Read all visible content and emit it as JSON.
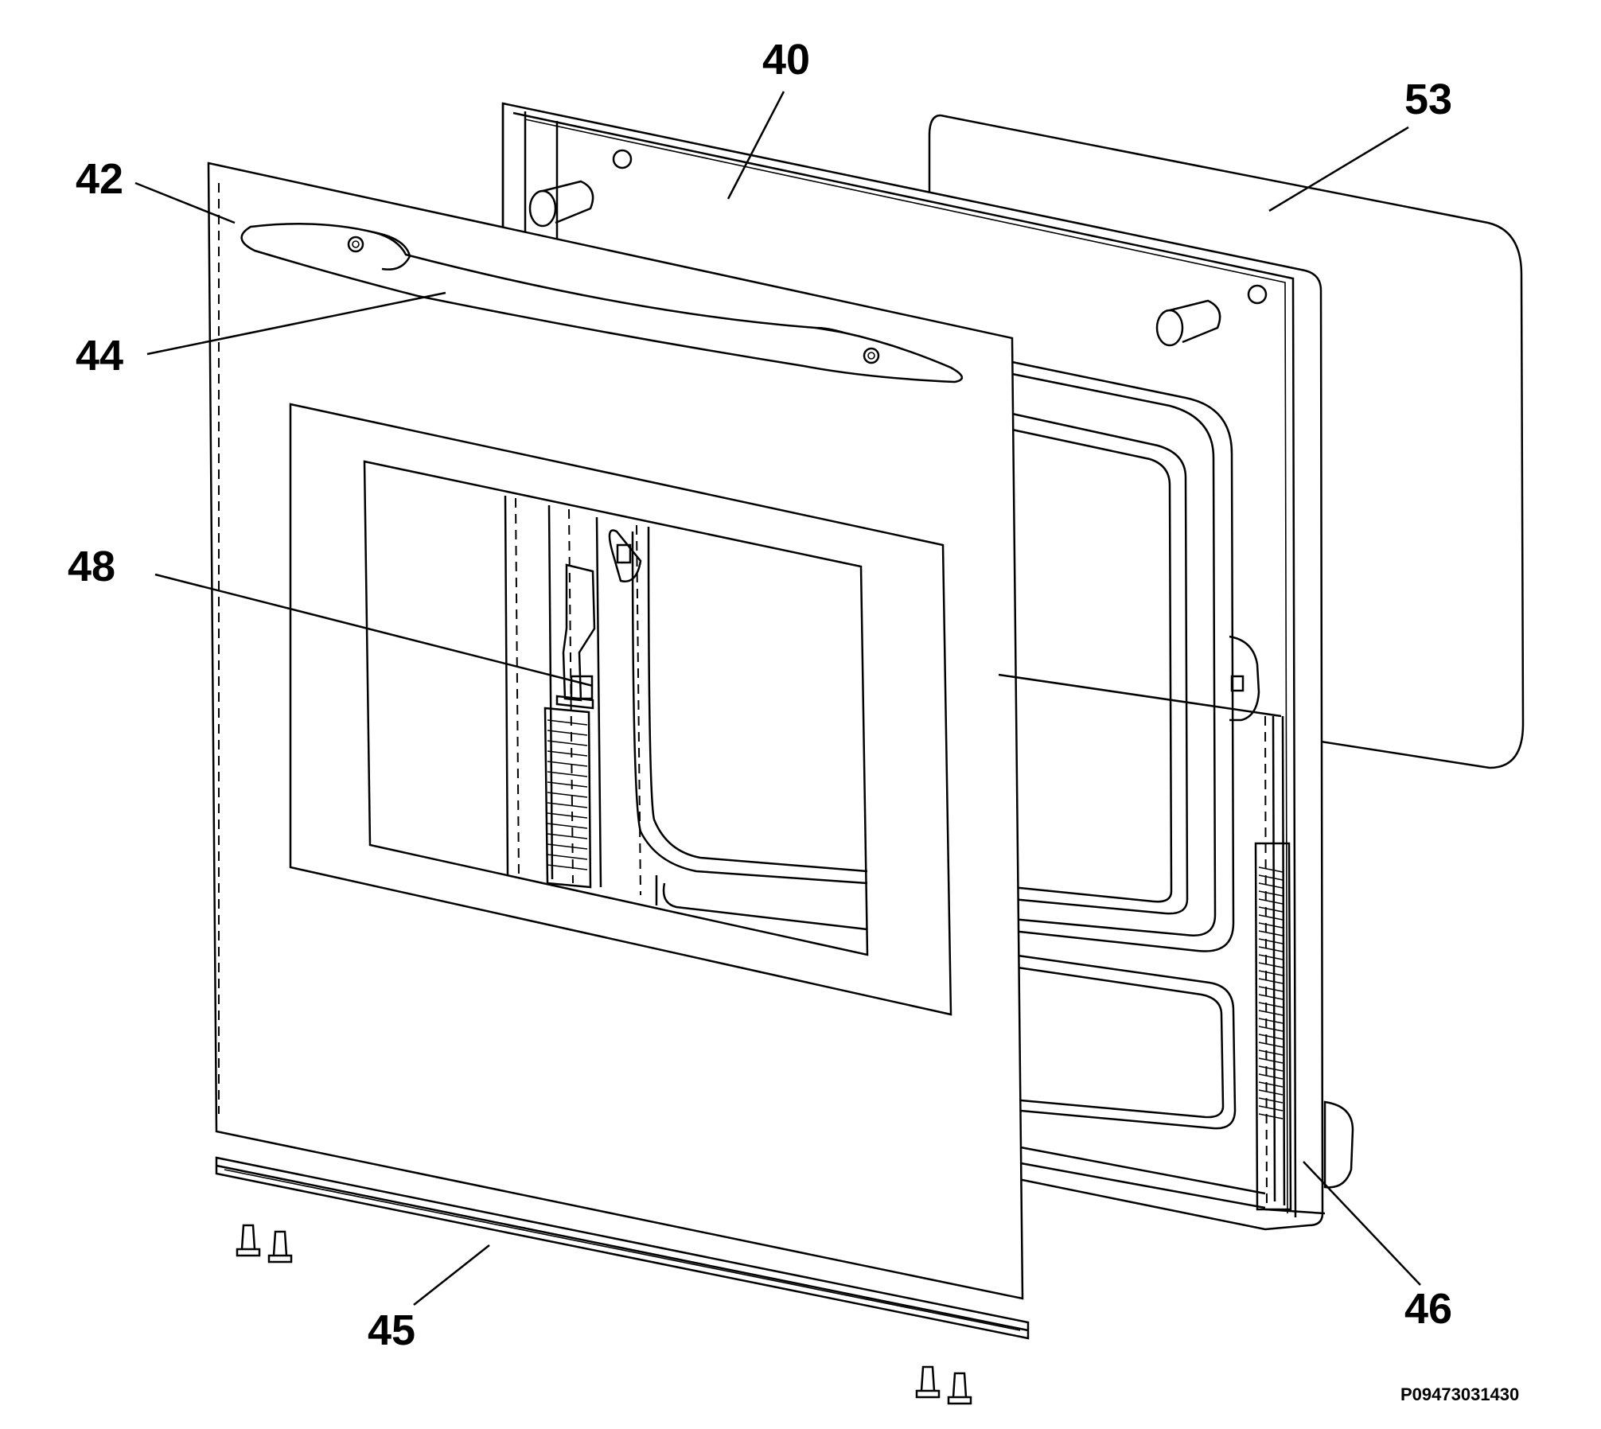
{
  "callouts": {
    "c40": "40",
    "c53": "53",
    "c42": "42",
    "c44": "44",
    "c48": "48",
    "c45": "45",
    "c46": "46"
  },
  "drawing_code": "P09473031430"
}
